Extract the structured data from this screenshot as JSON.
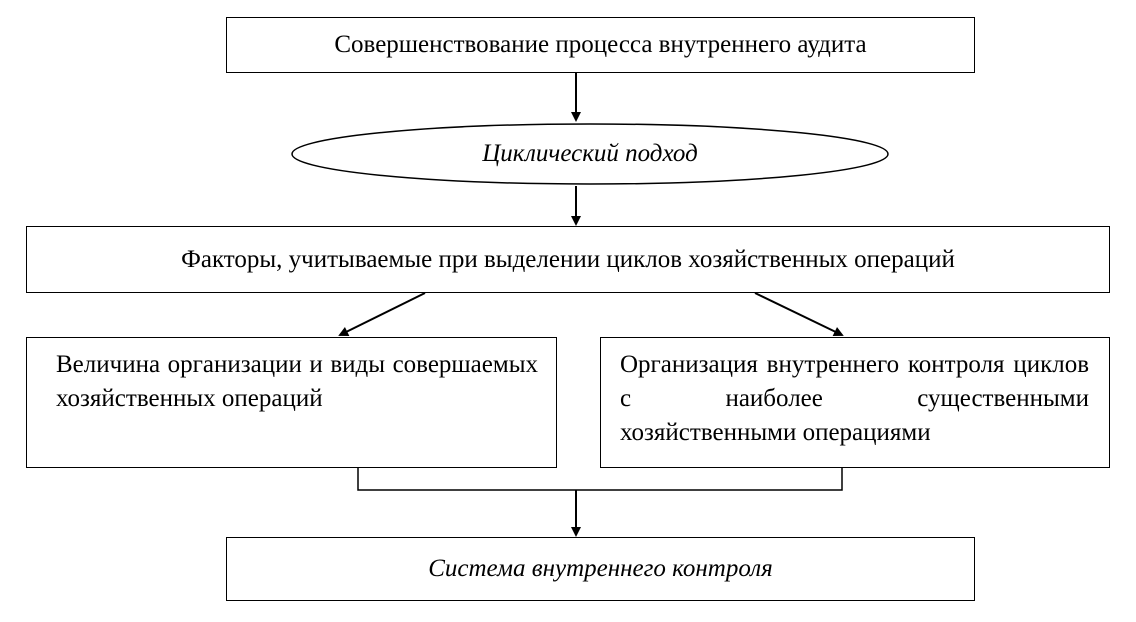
{
  "diagram": {
    "top_box": "Совершенствование процесса внутреннего аудита",
    "approach_ellipse": "Циклический подход",
    "factors_box": "Факторы, учитываемые при выделении циклов хозяйственных операций",
    "left_box": "Величина организации и виды совер­шаемых хозяйственных операций",
    "right_box": "Организация внутреннего контроля циклов с наиболее существенными хозяйственными операциями",
    "bottom_box": "Система внутреннего контроля"
  }
}
